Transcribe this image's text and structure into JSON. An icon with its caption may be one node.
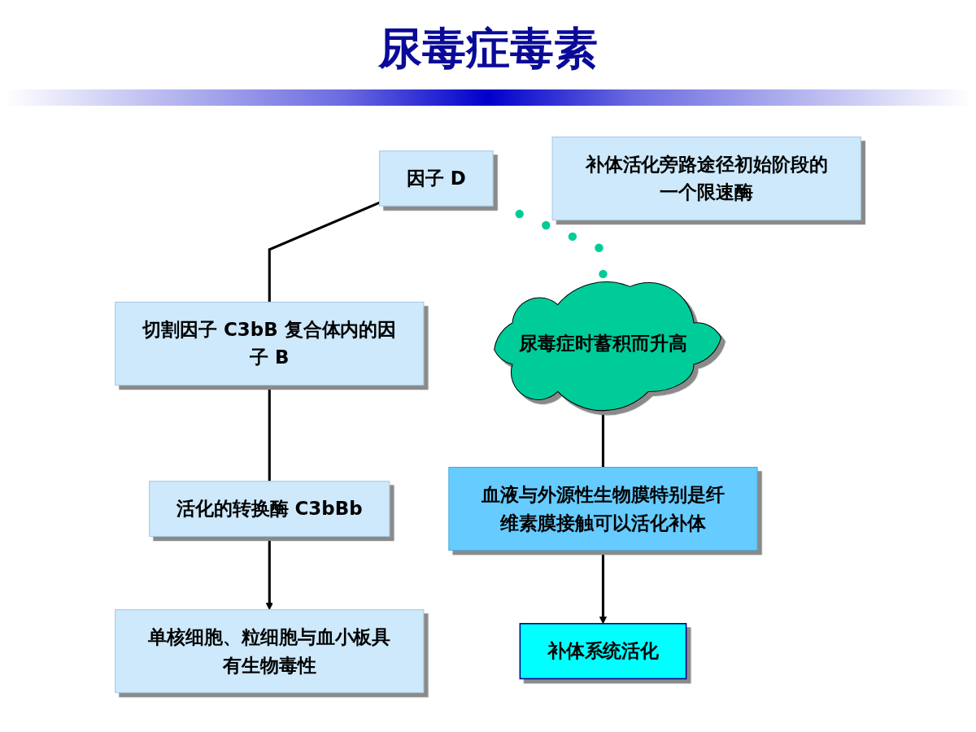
{
  "diagram": {
    "title": "尿毒症毒素",
    "nodes": [
      {
        "text": [
          "因子 D"
        ]
      },
      {
        "text": [
          "补体活化旁路途径初始阶段的一个限速酶"
        ]
      },
      {
        "text": [
          "切割因子 C3bB 复合体内的因子 B"
        ]
      },
      {
        "text": [
          "尿毒症时蓄积而升高"
        ]
      },
      {
        "text": [
          "活化的转换酶 C3bBb"
        ]
      },
      {
        "text": [
          "血液与外源性生物膜特别是纤维素膜接触可以活化补体"
        ]
      },
      {
        "text": [
          "单核细胞、粒细胞与血小板具有生物毒性"
        ]
      },
      {
        "text": [
          "补体系统活化"
        ]
      }
    ],
    "edges": [
      {
        "from": 0,
        "to": 2,
        "arrow": "none"
      },
      {
        "from": 2,
        "to": 4,
        "arrow": "none"
      },
      {
        "from": 4,
        "to": 6,
        "arrow": "to"
      },
      {
        "from": 0,
        "to": 3,
        "arrow": "none",
        "style": "dashed",
        "color": "#00cc99"
      },
      {
        "from": 3,
        "to": 5,
        "arrow": "none"
      },
      {
        "from": 5,
        "to": 7,
        "arrow": "to"
      }
    ]
  }
}
